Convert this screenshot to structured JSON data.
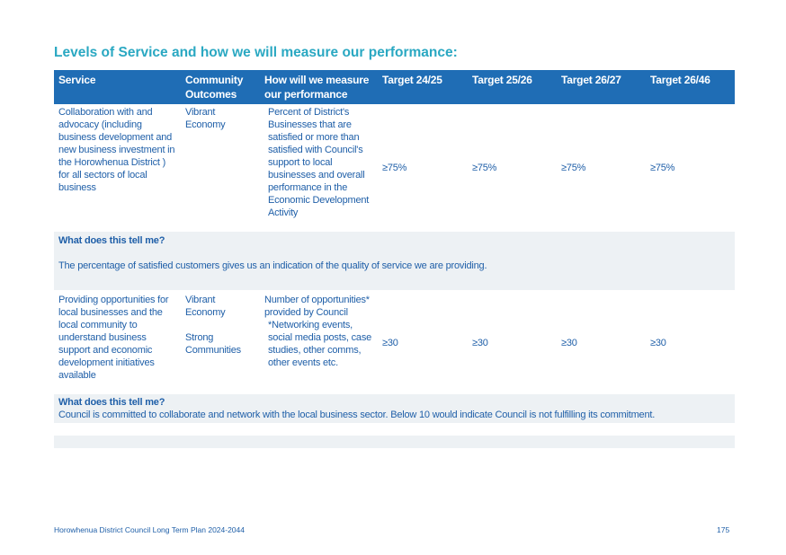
{
  "heading": "Levels of Service and how we will measure our performance:",
  "table": {
    "headers": {
      "service": "Service",
      "community_outcomes": "Community Outcomes",
      "measure": "How will we measure our performance",
      "target_2425": "Target 24/25",
      "target_2526": "Target 25/26",
      "target_2627": "Target 26/27",
      "target_2646": "Target 26/46"
    },
    "rows": [
      {
        "service": "Collaboration with and advocacy (including business development and new business investment in the Horowhenua District ) for all sectors of local business",
        "outcomes": "Vibrant Economy",
        "measure": "Percent of District's Businesses that are satisfied or more than satisfied with Council's support to local businesses and overall performance in the Economic Development Activity",
        "t1": "≥75%",
        "t2": "≥75%",
        "t3": "≥75%",
        "t4": "≥75%",
        "explain_title": "What does this tell me?",
        "explain_text": "The percentage of satisfied customers gives us an indication of the quality of service we are providing."
      },
      {
        "service": "Providing opportunities for local businesses and the local community to understand business support and economic development initiatives available",
        "outcomes_a": "Vibrant Economy",
        "outcomes_b": "Strong Communities",
        "measure_a": "Number of opportunities* provided by Council",
        "measure_b": "*Networking events, social media posts, case studies, other comms, other events etc.",
        "t1": "≥30",
        "t2": "≥30",
        "t3": "≥30",
        "t4": "≥30",
        "explain_title": "What does this tell me?",
        "explain_text": "Council is committed to collaborate and network with the local business sector. Below 10 would indicate Council is not fulfilling its commitment."
      }
    ]
  },
  "footer": {
    "left": "Horowhenua District Council Long Term Plan 2024-2044",
    "page_number": "175"
  }
}
